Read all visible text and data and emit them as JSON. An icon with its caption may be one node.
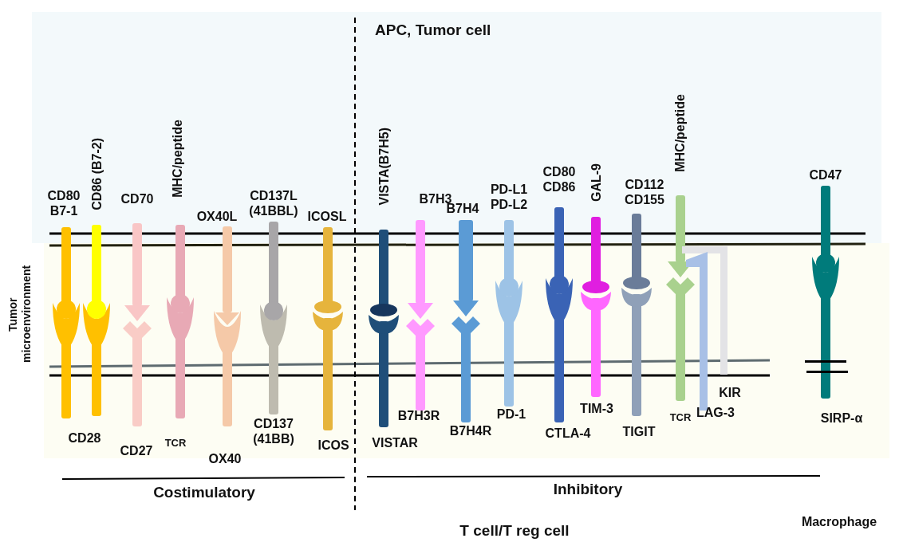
{
  "diagram": {
    "nodes": [
      {
        "text": [
          "APC, Tumor cell"
        ]
      },
      {
        "text": [
          "Tumor microenvironment"
        ]
      }
    ],
    "labels": [
      "CD80 B7-1",
      "CD86 (B7-2)",
      "CD70",
      "MHC/peptide",
      "OX40L",
      "CD137L (41BBL)",
      "ICOSL",
      "VISTA(B7H5)",
      "B7H3",
      "B7H4",
      "PD-L1 PD-L2",
      "CD80 CD86",
      "GAL-9",
      "CD112 CD155",
      "MHC/peptide",
      "CD47",
      "CD28",
      "CD27",
      "TCR",
      "OX40",
      "CD137 (41BB)",
      "ICOS",
      "VISTAR",
      "B7H3R",
      "B7H4R",
      "PD-1",
      "CTLA-4",
      "TIM-3",
      "TIGIT",
      "TCR",
      "LAG-3",
      "KIR",
      "SIRP-α",
      "Costimulatory",
      "Inhibitory",
      "T cell/T reg cell",
      "Macrophage"
    ]
  }
}
